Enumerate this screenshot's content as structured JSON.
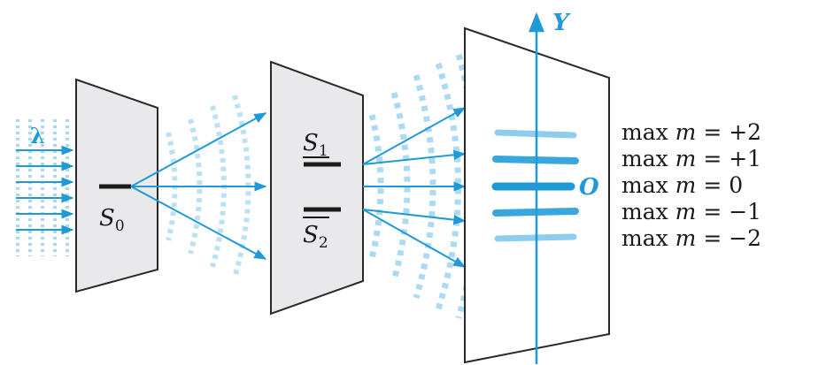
{
  "labels": {
    "lambda": "λ",
    "source_slit": "S",
    "source_slit_sub": "0",
    "slit_1": "S",
    "slit_1_sub": "1",
    "slit_2": "S",
    "slit_2_sub": "2",
    "y_axis": "Y",
    "origin": "O"
  },
  "maxima": [
    {
      "prefix": "max ",
      "var": "m",
      "value": " = +2"
    },
    {
      "prefix": "max ",
      "var": "m",
      "value": " = +1"
    },
    {
      "prefix": "max ",
      "var": "m",
      "value": " = 0"
    },
    {
      "prefix": "max ",
      "var": "m",
      "value": " = −1"
    },
    {
      "prefix": "max ",
      "var": "m",
      "value": " = −2"
    }
  ],
  "colors": {
    "accent": "#1f9ad6",
    "wave": "#9fd4f1",
    "panel": "#e9e9eb",
    "outline": "#2a2a2a"
  }
}
